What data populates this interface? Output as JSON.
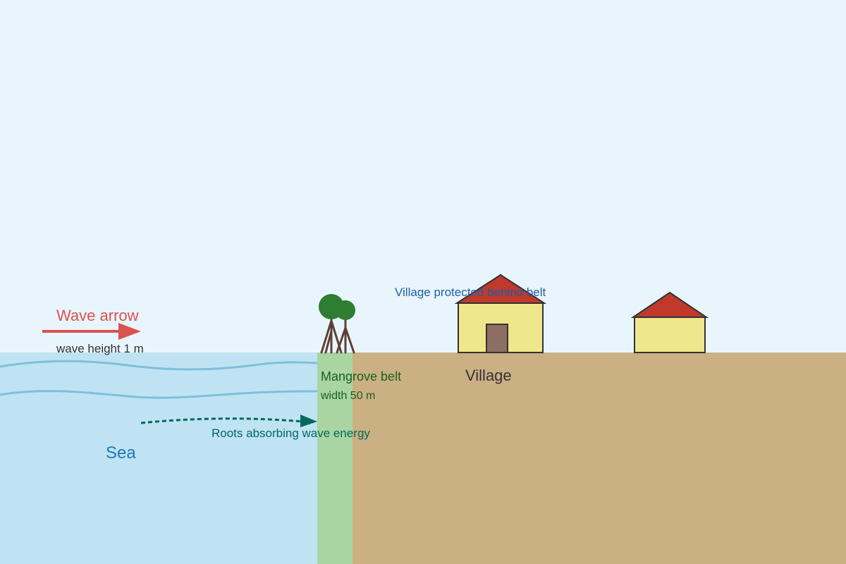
{
  "colors": {
    "sky": "#e9f5fd",
    "sea": "#bfe3f2",
    "wave_line": "#7cc0dc",
    "mangrove_belt": "#a8d5a2",
    "land": "#cab083",
    "tree_foliage": "#2e7d32",
    "tree_roots": "#5d4037",
    "wave_arrow": "#d9534f",
    "energy_arrow": "#00695c",
    "house_wall": "#f0e68c",
    "house_roof": "#c0392b",
    "house_door": "#8d6e63",
    "protected_text": "#1f5fa6",
    "sea_text": "#1a7ab8",
    "belt_text": "#1b5e20",
    "village_text": "#333333",
    "dark_text": "#333333"
  },
  "labels": {
    "wave_arrow": "Wave arrow",
    "wave_height": "wave height 1 m",
    "sea": "Sea",
    "mangrove_belt": "Mangrove belt",
    "belt_width": "width 50 m",
    "roots_absorbing": "Roots absorbing wave energy",
    "village": "Village",
    "village_protected": "Village protected behind belt"
  },
  "icons": {
    "trees": "mangrove-tree-icon",
    "houses": "house-icon"
  }
}
